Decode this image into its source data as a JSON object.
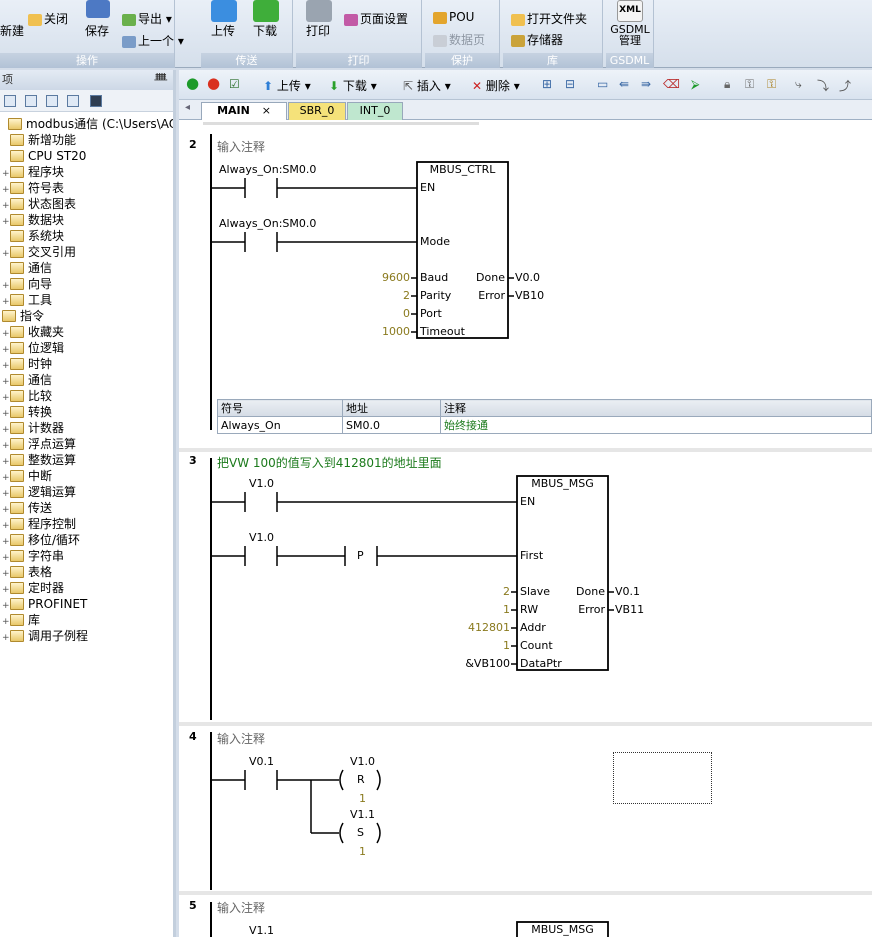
{
  "ribbon": {
    "groups": [
      {
        "name": "操作",
        "buttons": [
          "新建",
          "关闭",
          "保存"
        ]
      },
      {
        "name": "传送",
        "buttons": [
          "上传",
          "下载"
        ]
      },
      {
        "name": "打印",
        "buttons": [
          "打印",
          "页面设置"
        ]
      },
      {
        "name": "保护",
        "buttons": [
          "POU",
          "数据页"
        ]
      },
      {
        "name": "库",
        "buttons": [
          "打开文件夹",
          "存储器"
        ]
      },
      {
        "name": "GSDML",
        "buttons": [
          "GSDML管理"
        ]
      }
    ],
    "export_label": "导出",
    "prev_label": "上一个",
    "gsdml_line1": "GSDML",
    "gsdml_line2": "管理",
    "xml_badge": "XML"
  },
  "tree": {
    "header": "项",
    "root": "modbus通信 (C:\\Users\\AOWID\\",
    "items": [
      {
        "label": "新增功能",
        "pm": ""
      },
      {
        "label": "CPU ST20",
        "pm": ""
      },
      {
        "label": "程序块",
        "pm": "+"
      },
      {
        "label": "符号表",
        "pm": "+"
      },
      {
        "label": "状态图表",
        "pm": "+"
      },
      {
        "label": "数据块",
        "pm": "+"
      },
      {
        "label": "系统块",
        "pm": ""
      },
      {
        "label": "交叉引用",
        "pm": "+"
      },
      {
        "label": "通信",
        "pm": ""
      },
      {
        "label": "向导",
        "pm": "+"
      },
      {
        "label": "工具",
        "pm": "+"
      }
    ],
    "instr_root": "指令",
    "instr_items": [
      "收藏夹",
      "位逻辑",
      "时钟",
      "通信",
      "比较",
      "转换",
      "计数器",
      "浮点运算",
      "整数运算",
      "中断",
      "逻辑运算",
      "传送",
      "程序控制",
      "移位/循环",
      "字符串",
      "表格",
      "定时器",
      "PROFINET",
      "库",
      "调用子例程"
    ]
  },
  "editor_toolbar": {
    "upload": "上传",
    "download": "下载",
    "insert": "插入",
    "delete": "删除"
  },
  "tabs": [
    "MAIN",
    "SBR_0",
    "INT_0"
  ],
  "tab_colors": {
    "main": "#ffffff",
    "sbr": "#f5e27a",
    "int": "#bfe7cf"
  },
  "rung2": {
    "num": "2",
    "comment": "输入注释",
    "contact1": "Always_On:SM0.0",
    "contact2": "Always_On:SM0.0",
    "block": "MBUS_CTRL",
    "en": "EN",
    "mode": "Mode",
    "in_vals": [
      "9600",
      "2",
      "0",
      "1000"
    ],
    "in_names": [
      "Baud",
      "Parity",
      "Port",
      "Timeout"
    ],
    "out_names": [
      "Done",
      "Error"
    ],
    "out_vals": [
      "V0.0",
      "VB10"
    ],
    "sym_headers": [
      "符号",
      "地址",
      "注释"
    ],
    "sym_row": [
      "Always_On",
      "SM0.0",
      "始终接通"
    ]
  },
  "rung3": {
    "num": "3",
    "comment": "把VW 100的值写入到412801的地址里面",
    "contact1": "V1.0",
    "contact2": "V1.0",
    "edge": "P",
    "block": "MBUS_MSG",
    "en": "EN",
    "first": "First",
    "in_vals": [
      "2",
      "1",
      "412801",
      "1",
      "&VB100"
    ],
    "in_names": [
      "Slave",
      "RW",
      "Addr",
      "Count",
      "DataPtr"
    ],
    "out_names": [
      "Done",
      "Error"
    ],
    "out_vals": [
      "V0.1",
      "VB11"
    ]
  },
  "rung4": {
    "num": "4",
    "comment": "输入注释",
    "contact": "V0.1",
    "coil1_addr": "V1.0",
    "coil1_op": "R",
    "coil1_n": "1",
    "coil2_addr": "V1.1",
    "coil2_op": "S",
    "coil2_n": "1"
  },
  "rung5": {
    "num": "5",
    "comment": "输入注释",
    "contact": "V1.1",
    "block": "MBUS_MSG"
  }
}
